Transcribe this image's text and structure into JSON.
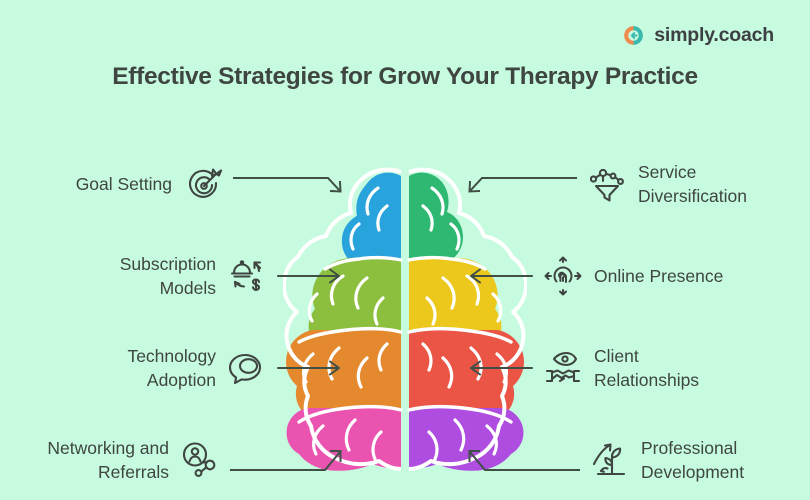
{
  "brand": {
    "name": "simply.coach",
    "mark_icon": "simply-coach-logo-icon",
    "mark_colors": {
      "left_arc": "#ef8b4e",
      "right_arc": "#39b8b0"
    }
  },
  "header": {
    "title": "Effective Strategies for Grow Your Therapy Practice"
  },
  "theme": {
    "background": "#c6fbe0",
    "text": "#3f4541",
    "connector": "#3f4f45"
  },
  "center_graphic": {
    "name": "brain-illustration",
    "outline": "#ffffff",
    "left_hemisphere_colors": [
      "#29a3dc",
      "#8dbf3f",
      "#e5892e",
      "#ea53b0"
    ],
    "right_hemisphere_colors": [
      "#2eb872",
      "#ecc81c",
      "#ea5546",
      "#ae4de0"
    ]
  },
  "left_items": [
    {
      "label": "Goal Setting",
      "icon": "target-arrow-icon",
      "connector": "elbow-arrow-down-right"
    },
    {
      "label": "Subscription\nModels",
      "icon": "subscription-dome-dollar-icon",
      "connector": "straight-arrow-right"
    },
    {
      "label": "Technology\nAdoption",
      "icon": "speech-bubbles-icon",
      "connector": "straight-arrow-right"
    },
    {
      "label": "Networking and\nReferrals",
      "icon": "network-person-nodes-icon",
      "connector": "elbow-arrow-up-right"
    }
  ],
  "right_items": [
    {
      "label": "Service\nDiversification",
      "icon": "network-funnel-icon",
      "connector": "elbow-arrow-down-left"
    },
    {
      "label": "Online Presence",
      "icon": "broadcast-signal-icon",
      "connector": "straight-arrow-left"
    },
    {
      "label": "Client\nRelationships",
      "icon": "eye-handshake-icon",
      "connector": "straight-arrow-left"
    },
    {
      "label": "Professional\nDevelopment",
      "icon": "growing-plant-arrow-icon",
      "connector": "elbow-arrow-up-left"
    }
  ]
}
